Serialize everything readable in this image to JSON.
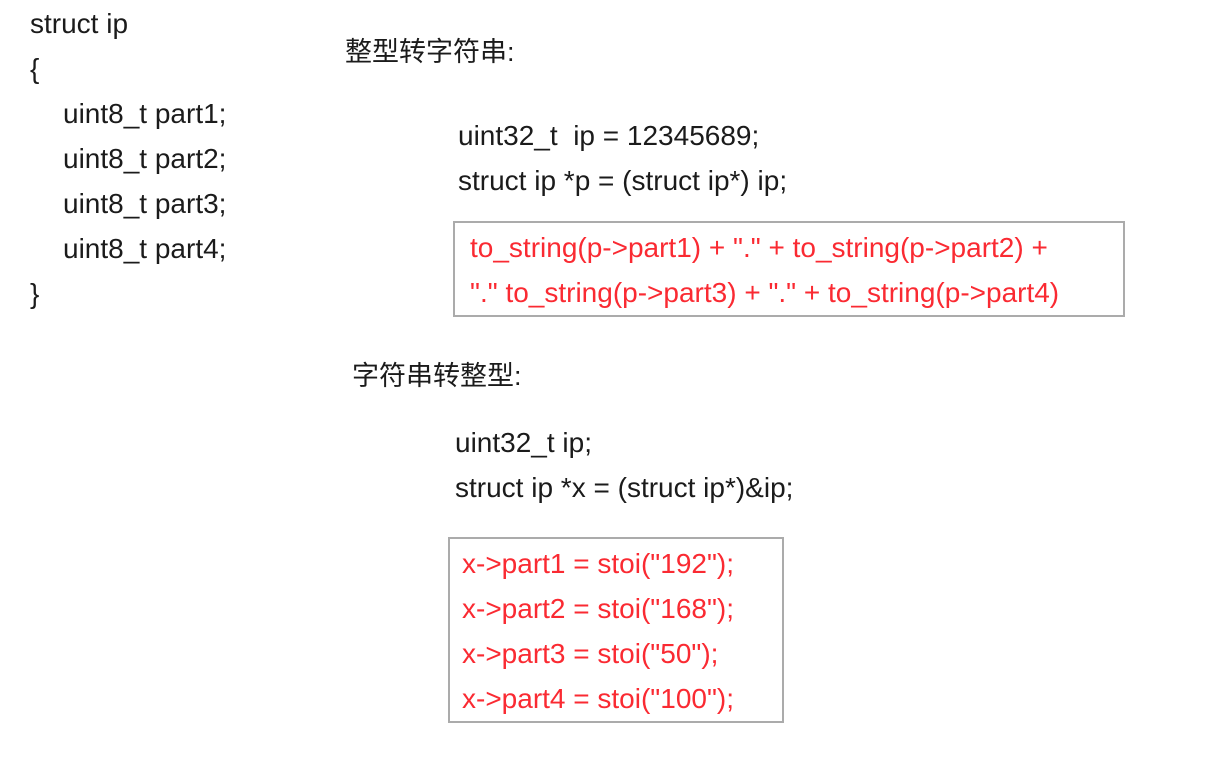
{
  "colors": {
    "background": "#ffffff",
    "text": "#1b1b1b",
    "red": "#fa2a32",
    "box_border": "#ababab"
  },
  "struct_block": {
    "lines": [
      "struct ip",
      "{",
      "uint8_t part1;",
      "uint8_t part2;",
      "uint8_t part3;",
      "uint8_t part4;",
      "}"
    ]
  },
  "int_to_string": {
    "heading": "整型转字符串:",
    "code_lines": [
      "uint32_t  ip = 12345689;",
      "struct ip *p = (struct ip*) ip;"
    ],
    "boxed_lines": [
      "to_string(p->part1) + \".\" + to_string(p->part2) +",
      "\".\" to_string(p->part3) + \".\" + to_string(p->part4)"
    ]
  },
  "string_to_int": {
    "heading": "字符串转整型:",
    "code_lines": [
      "uint32_t ip;",
      "struct ip *x = (struct ip*)&ip;"
    ],
    "boxed_lines": [
      "x->part1 = stoi(\"192\");",
      "x->part2 = stoi(\"168\");",
      "x->part3 = stoi(\"50\");",
      "x->part4 = stoi(\"100\");"
    ]
  }
}
